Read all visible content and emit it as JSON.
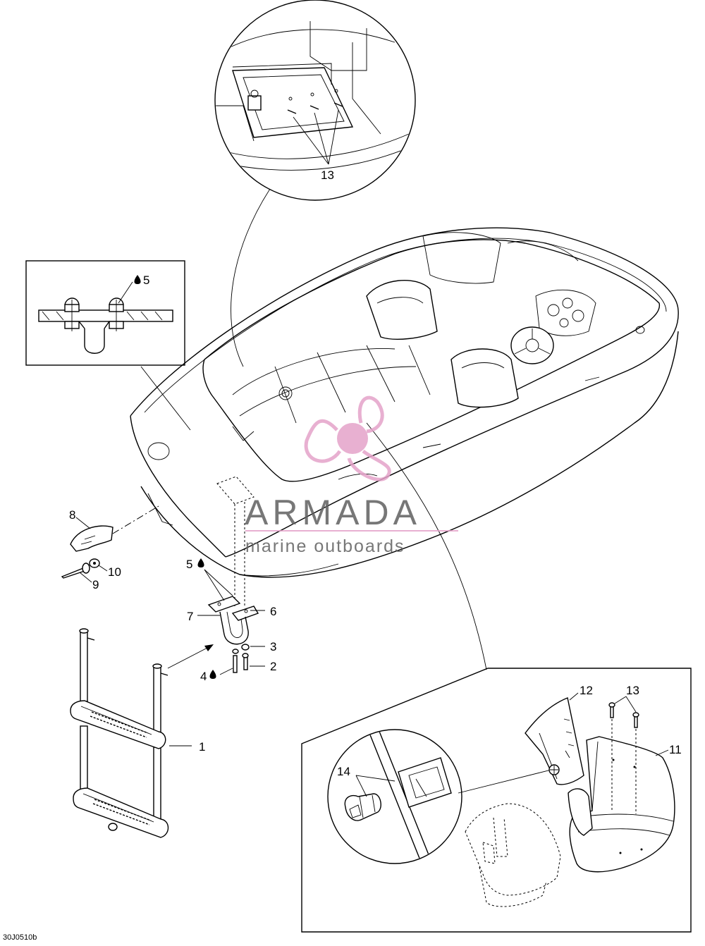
{
  "diagram": {
    "drawing_code": "30J0510b",
    "callouts": {
      "c1": "1",
      "c2": "2",
      "c3": "3",
      "c4": "4",
      "c5_top": "5",
      "c5_mid": "5",
      "c6": "6",
      "c7": "7",
      "c8": "8",
      "c9": "9",
      "c10": "10",
      "c11": "11",
      "c12": "12",
      "c13_top": "13",
      "c13_bottom": "13",
      "c14": "14"
    },
    "icons": {
      "glue_drop": "drop-icon"
    }
  },
  "watermark": {
    "brand": "ARMADA",
    "tagline": "marine outboards",
    "colors": {
      "text": "#606060",
      "accent": "#e4a3c9"
    }
  }
}
